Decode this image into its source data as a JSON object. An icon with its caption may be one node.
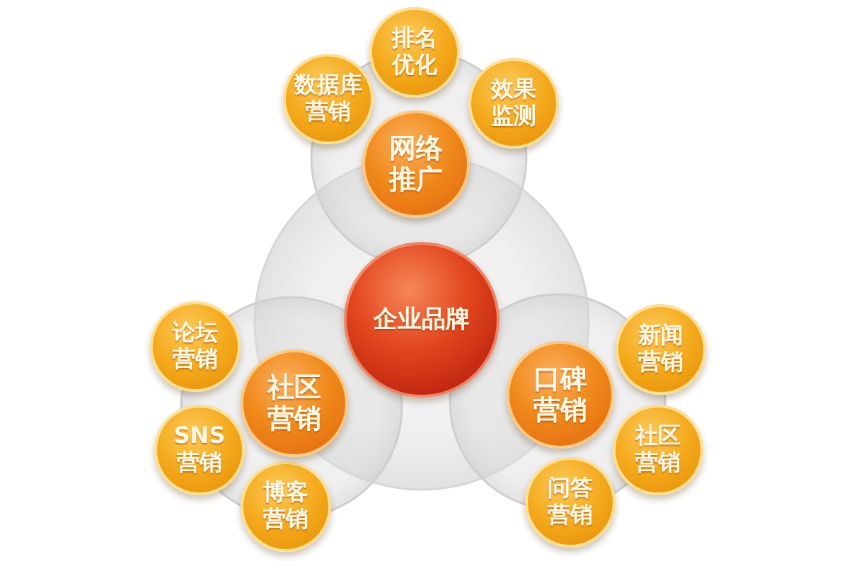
{
  "diagram": {
    "nodes": [
      {
        "text": [
          "排名优化"
        ]
      },
      {
        "text": [
          "数据库营销"
        ]
      },
      {
        "text": [
          "效果监测"
        ]
      },
      {
        "text": [
          "网络推广"
        ]
      },
      {
        "text": [
          "企业品牌"
        ]
      },
      {
        "text": [
          "论坛营销"
        ]
      },
      {
        "text": [
          "新闻营销"
        ]
      },
      {
        "text": [
          "社区营销"
        ]
      },
      {
        "text": [
          "口碑营销"
        ]
      },
      {
        "text": [
          "SNS营销"
        ]
      },
      {
        "text": [
          "社区营销"
        ]
      },
      {
        "text": [
          "博客营销"
        ]
      },
      {
        "text": [
          "问答营销"
        ]
      }
    ]
  }
}
